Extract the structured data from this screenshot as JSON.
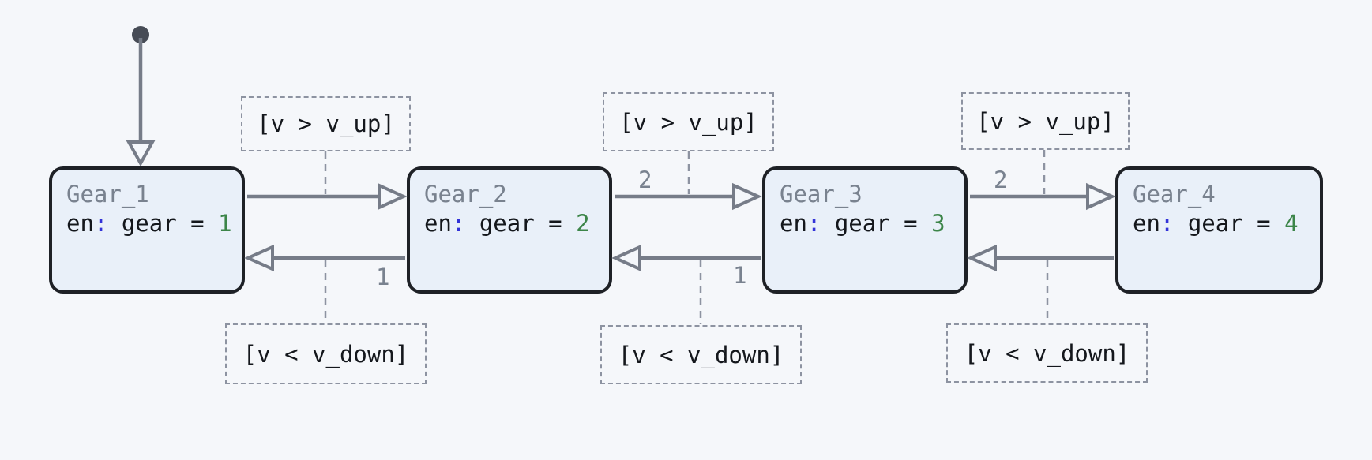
{
  "diagram": {
    "kind": "state-machine-chart",
    "initial_transition": {
      "to": "Gear_1"
    }
  },
  "states": [
    {
      "name": "Gear_1",
      "entry_keyword": "en",
      "entry_colon": ":",
      "entry_mid": " gear = ",
      "entry_value": "1"
    },
    {
      "name": "Gear_2",
      "entry_keyword": "en",
      "entry_colon": ":",
      "entry_mid": " gear = ",
      "entry_value": "2"
    },
    {
      "name": "Gear_3",
      "entry_keyword": "en",
      "entry_colon": ":",
      "entry_mid": " gear = ",
      "entry_value": "3"
    },
    {
      "name": "Gear_4",
      "entry_keyword": "en",
      "entry_colon": ":",
      "entry_mid": " gear = ",
      "entry_value": "4"
    }
  ],
  "transitions": {
    "up": [
      {
        "from": "Gear_1",
        "to": "Gear_2",
        "guard": "[v > v_up]",
        "order": ""
      },
      {
        "from": "Gear_2",
        "to": "Gear_3",
        "guard": "[v > v_up]",
        "order": "2"
      },
      {
        "from": "Gear_3",
        "to": "Gear_4",
        "guard": "[v > v_up]",
        "order": "2"
      }
    ],
    "down": [
      {
        "from": "Gear_2",
        "to": "Gear_1",
        "guard": "[v < v_down]",
        "order": "1"
      },
      {
        "from": "Gear_3",
        "to": "Gear_2",
        "guard": "[v < v_down]",
        "order": "1"
      },
      {
        "from": "Gear_4",
        "to": "Gear_3",
        "guard": "[v < v_down]",
        "order": ""
      }
    ]
  },
  "colors": {
    "canvas_background": "#f5f7fa",
    "state_fill": "#e9f0f9",
    "state_border": "#1e2126",
    "state_title": "#79828f",
    "entry_colon_blue": "#3232d8",
    "entry_value_green": "#3c8549",
    "arrow_gray": "#767c88",
    "dashed_gray": "#8d93a1",
    "initial_dot": "#474c56",
    "guard_text": "#14171c"
  }
}
